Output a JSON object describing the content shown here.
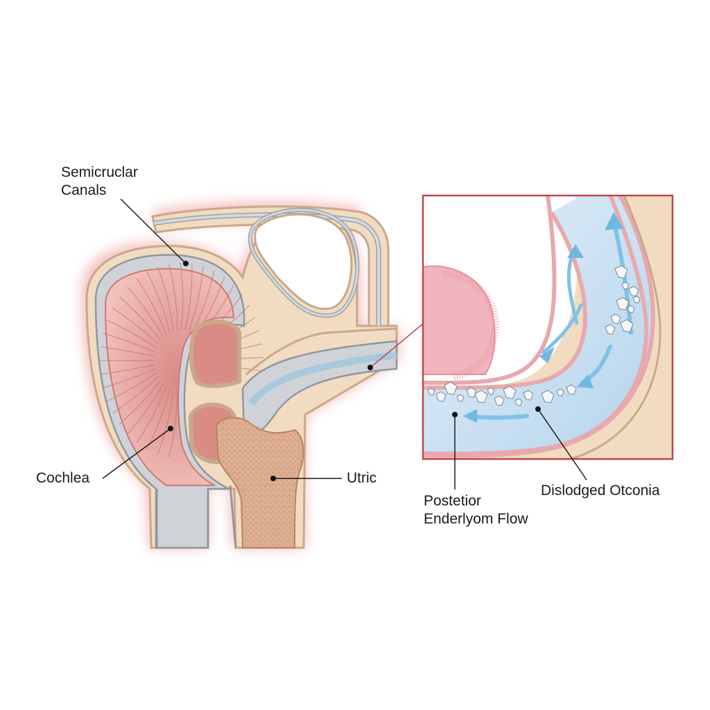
{
  "labels": {
    "semicircular_canals": [
      "Semicruclar",
      "Canals"
    ],
    "cochlea": "Cochlea",
    "utric": "Utric",
    "posterior_flow": [
      "Postetior",
      "Enderlyom Flow"
    ],
    "dislodged_otoconia": "Dislodged Otconia"
  },
  "colors": {
    "glow": "#f6c9c9",
    "bone": "#f1dcc1",
    "bone_edge": "#c9a88a",
    "membrane_gray": "#cfd3d8",
    "membrane_edge": "#8f979f",
    "cochlea_pink": "#e8a3a0",
    "cochlea_line": "#c97874",
    "utricle_brown": "#d9a887",
    "fluid_blue": "#cfe3f2",
    "arrow_blue": "#7fc2e6",
    "inset_border": "#c0444b",
    "cupula_pink": "#f0b5bd"
  },
  "icons": {
    "flow_arrow": "arrow-icon",
    "crystal": "otoconia-crystal-icon"
  }
}
